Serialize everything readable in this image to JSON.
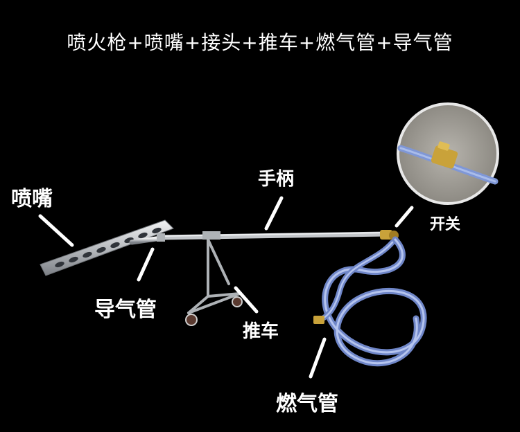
{
  "title": "喷火枪+喷嘴+接头+推车+燃气管+导气管",
  "labels": {
    "nozzle": "喷嘴",
    "handle": "手柄",
    "switch": "开关",
    "guide_pipe": "导气管",
    "cart": "推车",
    "gas_hose": "燃气管"
  },
  "colors": {
    "background": "#000000",
    "text": "#ffffff",
    "hose": "#8fa8e6",
    "metal": "#c9ccd0",
    "brass": "#c9a23a"
  }
}
